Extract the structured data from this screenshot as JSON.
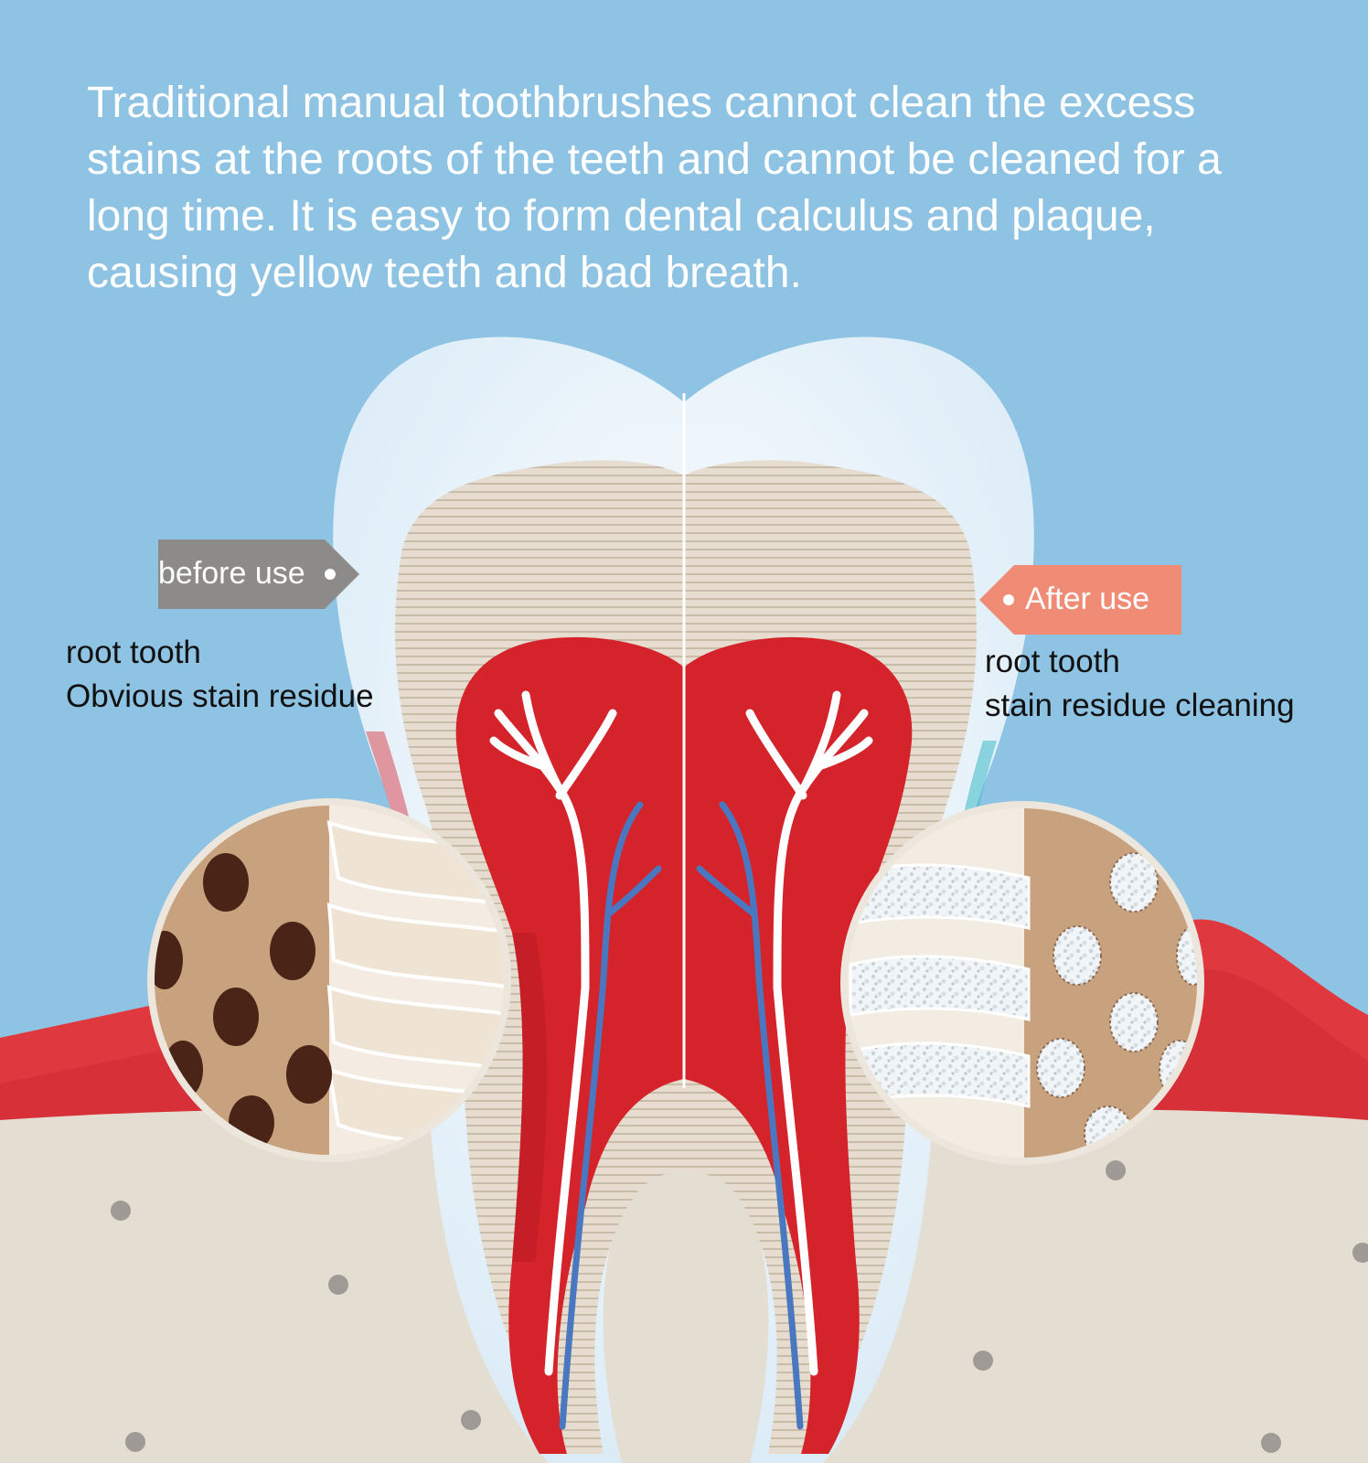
{
  "headline": "Traditional manual toothbrushes cannot clean the excess stains at the roots of the teeth and cannot be cleaned for a long time. It is easy to form dental calculus and plaque, causing yellow teeth and bad breath.",
  "before": {
    "tag": "before use",
    "line1": "root tooth",
    "line2": "Obvious stain residue",
    "tag_color": "#8c8b89"
  },
  "after": {
    "tag": "After use",
    "line1": "root tooth",
    "line2": "stain residue cleaning",
    "tag_color": "#f08c76"
  },
  "colors": {
    "sky": "#8ec3e3",
    "gum": "#e0383f",
    "bone": "#e4ddd2",
    "pulp": "#d5232b",
    "nerve_white": "#ffffff",
    "vein_blue": "#4a78c0",
    "stain": "#4a2416",
    "root_beige": "#c8a27e"
  }
}
